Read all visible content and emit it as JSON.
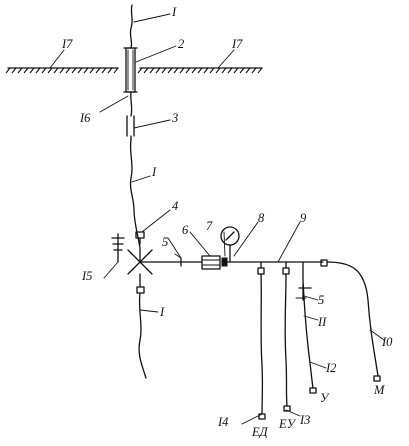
{
  "labels": {
    "l1_top": "I",
    "l2": "2",
    "l17_left": "I7",
    "l17_right": "I7",
    "l16": "I6",
    "l3": "3",
    "l1_mid": "I",
    "l4": "4",
    "l7": "7",
    "l8": "8",
    "l9": "9",
    "l6": "6",
    "l5_left": "5",
    "l15": "I5",
    "l5_right": "5",
    "l11": "II",
    "l10": "I0",
    "l1_bottom": "I",
    "l12": "I2",
    "l13": "I3",
    "l14": "I4",
    "end_y": "У",
    "end_m": "М",
    "end_ed": "ЕД",
    "end_ev": "ЕУ"
  }
}
